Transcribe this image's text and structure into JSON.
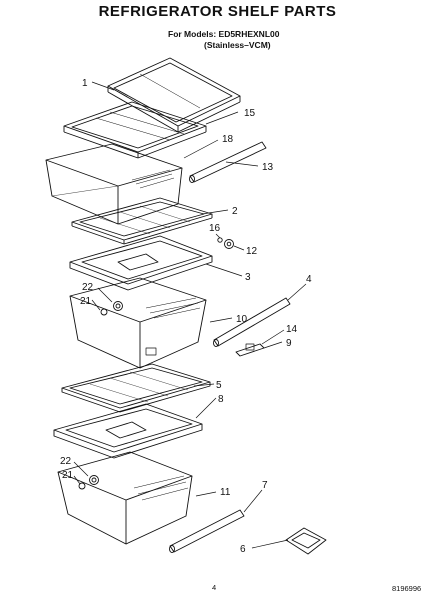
{
  "header": {
    "title": "REFRIGERATOR SHELF PARTS",
    "models_line1": "For Models: ED5RHEXNL00",
    "models_line2": "(Stainless–VCM)"
  },
  "footer": {
    "page_number": "4",
    "doc_code": "8196996"
  },
  "callouts": [
    "1",
    "15",
    "18",
    "13",
    "2",
    "16",
    "12",
    "3",
    "4",
    "22",
    "21",
    "10",
    "14",
    "9",
    "5",
    "8",
    "22",
    "21",
    "11",
    "7",
    "6"
  ]
}
